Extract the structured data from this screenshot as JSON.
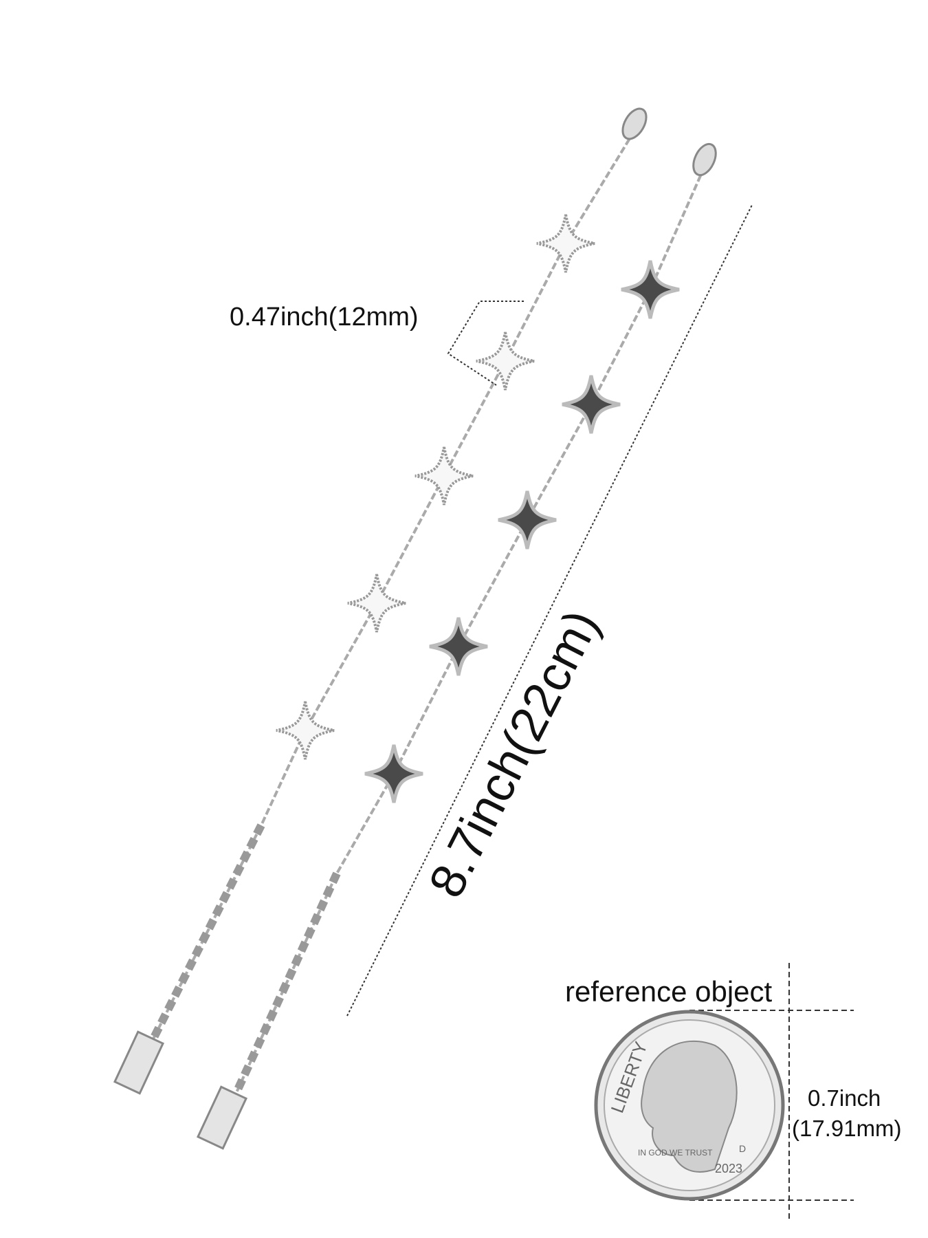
{
  "annotations": {
    "star_size": "0.47inch(12mm)",
    "bracelet_length": "8.7inch(22cm)",
    "reference_title": "reference object",
    "coin_diameter_inch": "0.7inch",
    "coin_diameter_mm": "(17.91mm)"
  },
  "coin": {
    "legend_top": "LIBERTY",
    "motto": "IN GOD WE TRUST",
    "year": "2023",
    "mint_mark": "D"
  },
  "colors": {
    "silver": "#c9c9c9",
    "black_enamel": "#4a4a4a",
    "white_enamel": "#f7f7f7"
  }
}
